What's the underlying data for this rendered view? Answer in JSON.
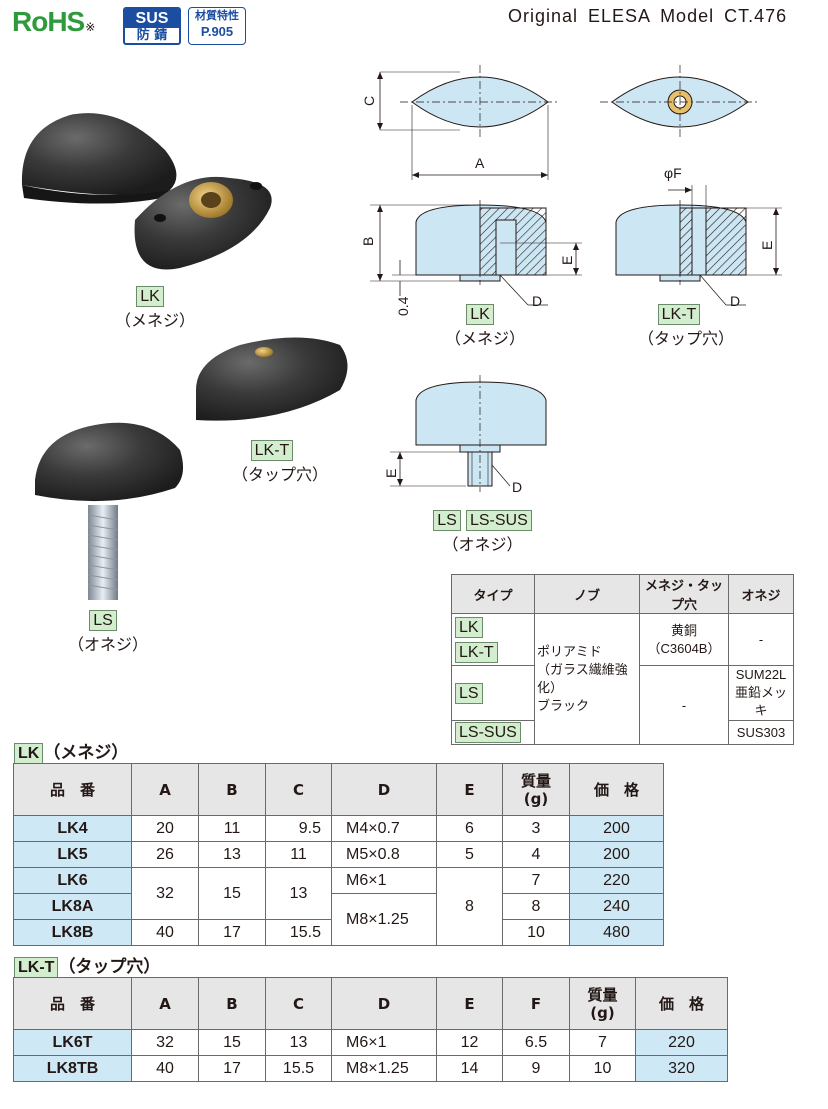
{
  "header": {
    "rohs": "RoHS",
    "rohs_mark": "※",
    "sus_top": "SUS",
    "sus_bottom": "防 錆",
    "material_top": "材質特性",
    "material_page": "P.905",
    "model": "Original ELESA Model CT.476"
  },
  "photos": {
    "lk_label": "LK",
    "lk_caption": "（メネジ）",
    "lkt_label": "LK-T",
    "lkt_caption": "（タップ穴）",
    "ls_label": "LS",
    "ls_caption": "（オネジ）"
  },
  "drawings": {
    "dim_a": "A",
    "dim_b": "B",
    "dim_c": "C",
    "dim_d": "D",
    "dim_e": "E",
    "dim_f": "φF",
    "dim_04": "0.4",
    "lk_label": "LK",
    "lk_caption": "（メネジ）",
    "lkt_label": "LK-T",
    "lkt_caption": "（タップ穴）",
    "ls_label": "LS",
    "lssus_label": "LS-SUS",
    "ls_caption": "（オネジ）"
  },
  "material_table": {
    "headers": [
      "タイプ",
      "ノブ",
      "メネジ・タップ穴",
      "オネジ"
    ],
    "types": [
      "LK",
      "LK-T",
      "LS",
      "LS-SUS"
    ],
    "knob_lines": [
      "ポリアミド",
      "（ガラス繊維強化）",
      "ブラック"
    ],
    "insert_lines": [
      "黄銅",
      "（C3604B）"
    ],
    "insert_ls": "-",
    "screw_lk": "-",
    "screw_ls_lines": [
      "SUM22L",
      "亜鉛メッキ"
    ],
    "screw_lssus": "SUS303"
  },
  "lk_table": {
    "label": "LK",
    "caption": "（メネジ）",
    "headers": [
      "品　番",
      "A",
      "B",
      "C",
      "D",
      "E",
      "質量",
      "(g)",
      "価　格"
    ],
    "rows": [
      {
        "pn": "LK4",
        "a": "20",
        "b": "11",
        "c": "9.5",
        "d": "M4×0.7",
        "e": "6",
        "w": "3",
        "p": "200"
      },
      {
        "pn": "LK5",
        "a": "26",
        "b": "13",
        "c": "11",
        "d": "M5×0.8",
        "e": "5",
        "w": "4",
        "p": "200"
      },
      {
        "pn": "LK6",
        "a": "32",
        "b": "15",
        "c": "13",
        "d": "M6×1",
        "e": "8",
        "w": "7",
        "p": "220"
      },
      {
        "pn": "LK8A",
        "a": "",
        "b": "",
        "c": "",
        "d": "M8×1.25",
        "e": "",
        "w": "8",
        "p": "240"
      },
      {
        "pn": "LK8B",
        "a": "40",
        "b": "17",
        "c": "15.5",
        "d": "",
        "e": "",
        "w": "10",
        "p": "480"
      }
    ]
  },
  "lkt_table": {
    "label": "LK-T",
    "caption": "（タップ穴）",
    "headers": [
      "品　番",
      "A",
      "B",
      "C",
      "D",
      "E",
      "F",
      "質量",
      "(g)",
      "価　格"
    ],
    "rows": [
      {
        "pn": "LK6T",
        "a": "32",
        "b": "15",
        "c": "13",
        "d": "M6×1",
        "e": "12",
        "f": "6.5",
        "w": "7",
        "p": "220"
      },
      {
        "pn": "LK8TB",
        "a": "40",
        "b": "17",
        "c": "15.5",
        "d": "M8×1.25",
        "e": "14",
        "f": "9",
        "w": "10",
        "p": "320"
      }
    ]
  },
  "colors": {
    "rohs_green": "#2e9a3c",
    "sus_blue": "#1b4ea1",
    "drawing_blue": "#cce6f4",
    "label_green": "#d3edcf",
    "pn_blue": "#cfe8f6"
  }
}
